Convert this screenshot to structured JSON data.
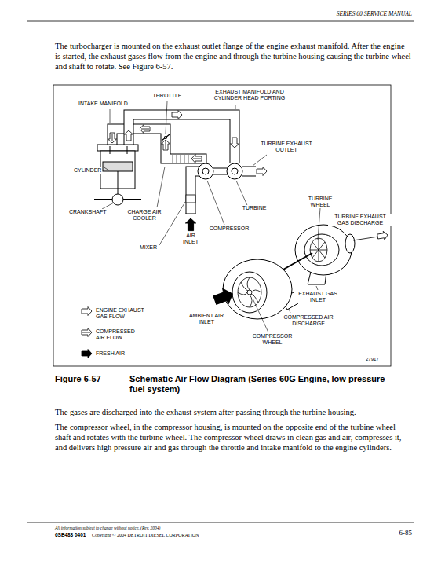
{
  "diagram": {
    "caption": "Schematic Air Flow Diagram (Series 60G Engine, low pressure fuel system)",
    "labels": [
      "SERIES 60 SERVICE MANUAL",
      "The turbocharger is mounted on the exhaust outlet flange of the engine exhaust manifold. After the engine is started, the exhaust gases flow from the engine and through the turbine housing causing the turbine wheel and shaft to rotate. See Figure 6-57.",
      "THROTTLE",
      "INTAKE MANIFOLD",
      "EXHAUST MANIFOLD AND CYLINDER HEAD PORTING",
      "TURBINE EXHAUST OUTLET",
      "CYLINDER",
      "CRANKSHAFT",
      "CHARGE AIR COOLER",
      "TURBINE",
      "COMPRESSOR",
      "AIR INLET",
      "MIXER",
      "TURBINE WHEEL",
      "TURBINE EXHAUST GAS DISCHARGE",
      "EXHAUST GAS INLET",
      "AMBIENT AIR INLET",
      "COMPRESSED AIR DISCHARGE",
      "COMPRESSOR WHEEL",
      "27917",
      "Figure 6-57",
      "The gases are discharged into the exhaust system after passing through the turbine housing.",
      "The compressor wheel, in the compressor housing, is mounted on the opposite end of the turbine wheel shaft and rotates with the turbine wheel. The compressor wheel draws in clean gas and air, compresses it, and delivers high pressure air and gas through the throttle and intake manifold to the engine cylinders.",
      "All information subject to change without notice. (Rev. 2004)",
      "6SE483 0401",
      "Copyright © 2004 DETROIT DIESEL CORPORATION",
      "6-85"
    ],
    "legend": [
      {
        "text": "ENGINE EXHAUST GAS FLOW"
      },
      {
        "text": "COMPRESSED AIR FLOW"
      },
      {
        "text": "FRESH AIR"
      }
    ]
  }
}
